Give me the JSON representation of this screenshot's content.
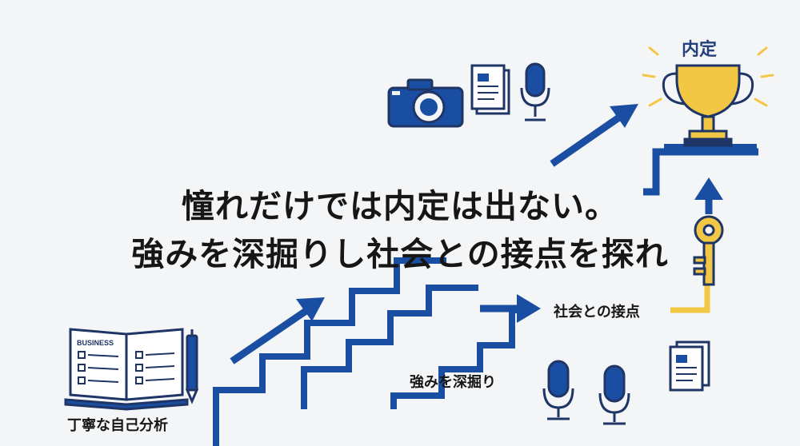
{
  "headline": {
    "line1": "憧れだけでは内定は出ない。",
    "line2": "強みを深掘りし社会との接点を探れ"
  },
  "labels": {
    "self_analysis": "丁寧な自己分析",
    "dig_strengths": "強みを深掘り",
    "social_contact": "社会との接点",
    "offer": "内定",
    "notebook_title": "BUSINESS"
  },
  "colors": {
    "primary_blue": "#1a4ea3",
    "dark_navy": "#1f3566",
    "gold": "#f2c744",
    "background": "#f4f5f7",
    "text": "#161616"
  },
  "icons": [
    "notebook-icon",
    "pen-icon",
    "camera-icon",
    "document-icon",
    "microphone-icon",
    "key-icon",
    "trophy-icon"
  ]
}
